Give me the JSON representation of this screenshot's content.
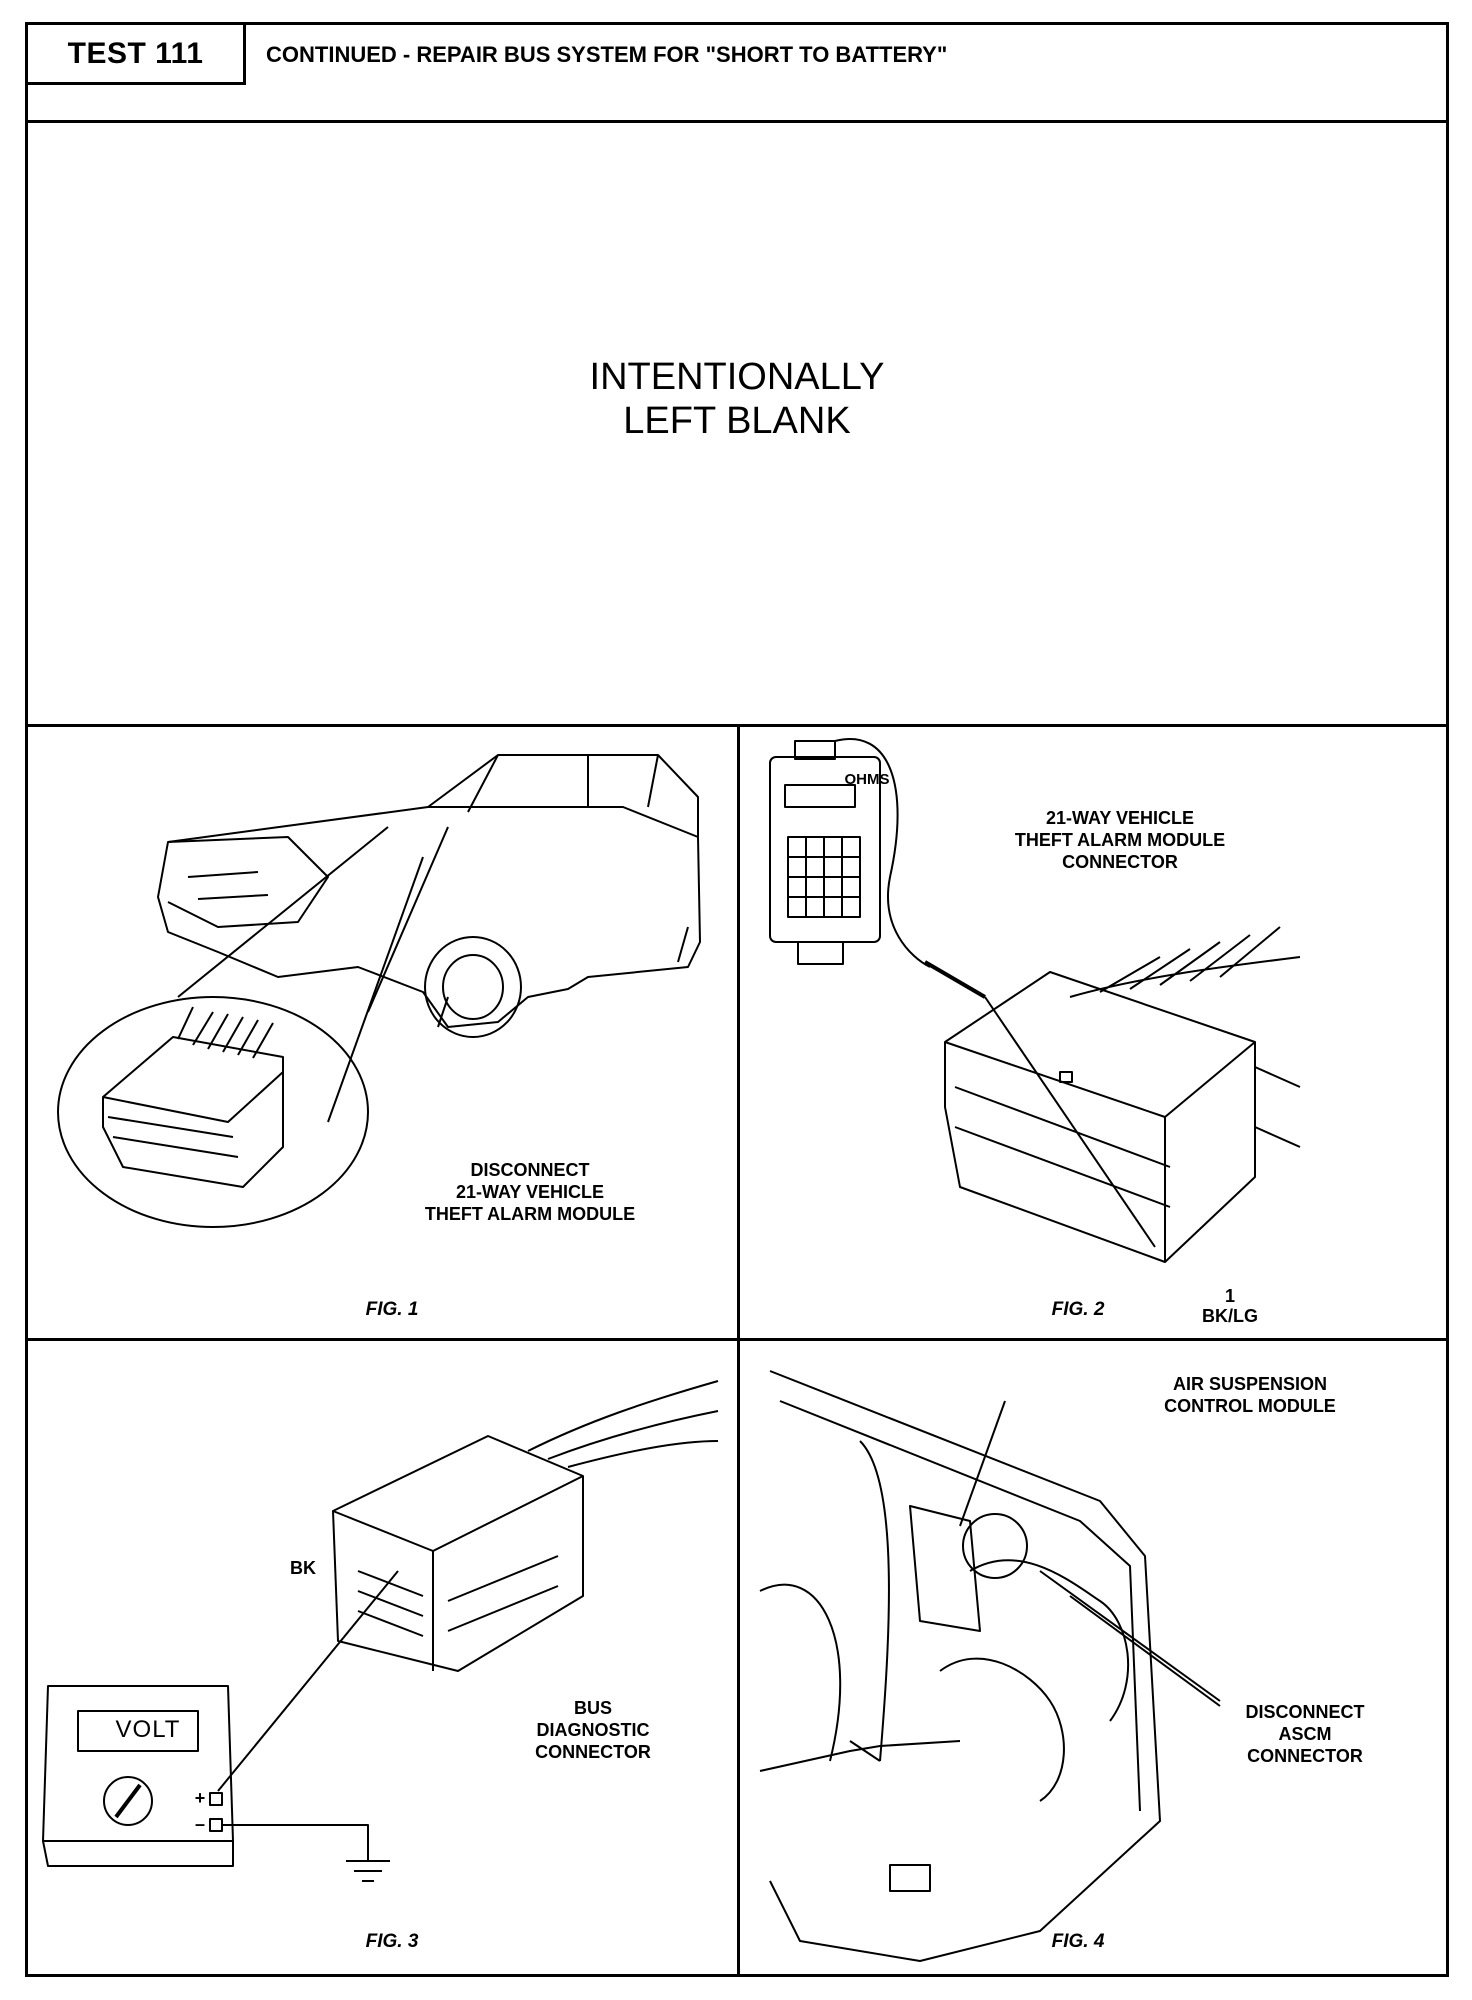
{
  "header": {
    "test_id": "TEST 111",
    "title": "CONTINUED - REPAIR BUS SYSTEM FOR \"SHORT TO BATTERY\""
  },
  "blank_panel": {
    "line1": "INTENTIONALLY",
    "line2": "LEFT BLANK"
  },
  "fig1": {
    "caption": "FIG. 1",
    "callout": [
      "DISCONNECT",
      "21-WAY VEHICLE",
      "THEFT ALARM MODULE"
    ]
  },
  "fig2": {
    "caption": "FIG. 2",
    "tester_screen": "OHMS",
    "callout": [
      "21-WAY VEHICLE",
      "THEFT ALARM MODULE",
      "CONNECTOR"
    ],
    "pin_number": "1",
    "wire_color": "BK/LG"
  },
  "fig3": {
    "caption": "FIG. 3",
    "meter_screen": "VOLT",
    "wire_label": "BK",
    "plus_sign": "+",
    "minus_sign": "–",
    "callout": [
      "BUS",
      "DIAGNOSTIC",
      "CONNECTOR"
    ]
  },
  "fig4": {
    "caption": "FIG. 4",
    "module_callout": [
      "AIR SUSPENSION",
      "CONTROL MODULE"
    ],
    "connector_callout": [
      "DISCONNECT",
      "ASCM",
      "CONNECTOR"
    ]
  }
}
